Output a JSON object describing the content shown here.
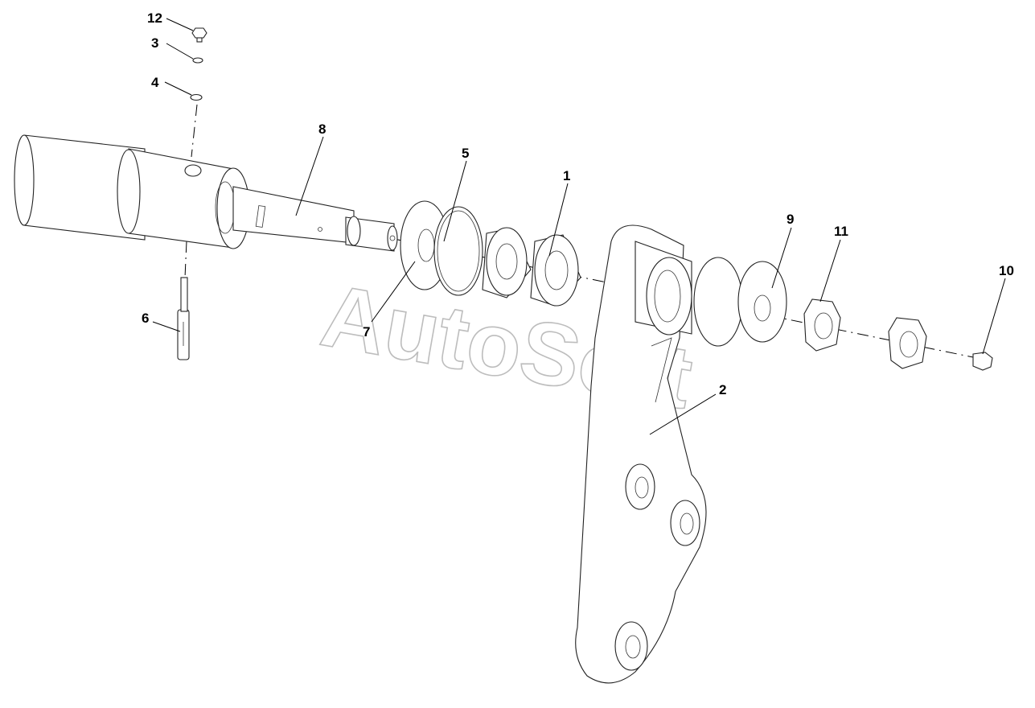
{
  "watermark": "AutoSoft",
  "callouts": {
    "c1": "1",
    "c2": "2",
    "c3": "3",
    "c4": "4",
    "c5": "5",
    "c6": "6",
    "c7": "7",
    "c8": "8",
    "c9": "9",
    "c10": "10",
    "c11": "11",
    "c12": "12"
  },
  "colors": {
    "line": "#000000",
    "watermark": "#bdbdbd",
    "background": "#ffffff"
  }
}
